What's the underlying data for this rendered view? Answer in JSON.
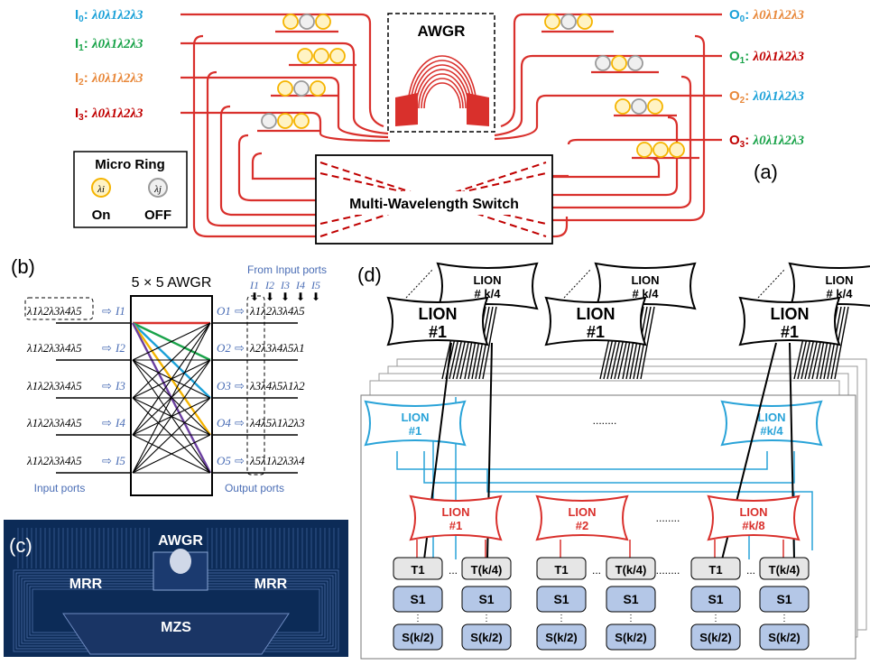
{
  "colors": {
    "red": "#d9302c",
    "dark_red": "#c00000",
    "blue": "#1ba1d8",
    "green": "#1aa34a",
    "orange": "#e8883a",
    "purple": "#6b3fa0",
    "ring_on": "#f5b400",
    "ring_off": "#9a9a9a",
    "lion_blue": "#29a3d8",
    "server_blue": "#b4c7e7",
    "chip_bg": "#0c2b57"
  },
  "panel_a": {
    "label": "(a)",
    "awgr_label": "AWGR",
    "switch_label": "Multi-Wavelength Switch",
    "inputs": [
      {
        "port": "I",
        "sub": "0",
        "seq": "λ0λ1λ2λ3"
      },
      {
        "port": "I",
        "sub": "1",
        "seq": "λ0λ1λ2λ3"
      },
      {
        "port": "I",
        "sub": "2",
        "seq": "λ0λ1λ2λ3"
      },
      {
        "port": "I",
        "sub": "3",
        "seq": "λ0λ1λ2λ3"
      }
    ],
    "outputs": [
      {
        "port": "O",
        "sub": "0",
        "seq": "λ0λ1λ2λ3"
      },
      {
        "port": "O",
        "sub": "1",
        "seq": "λ0λ1λ2λ3"
      },
      {
        "port": "O",
        "sub": "2",
        "seq": "λ0λ1λ2λ3"
      },
      {
        "port": "O",
        "sub": "3",
        "seq": "λ0λ1λ2λ3"
      }
    ],
    "legend": {
      "title": "Micro Ring",
      "on_symbol": "λi",
      "off_symbol": "λj",
      "on_label": "On",
      "off_label": "OFF"
    }
  },
  "panel_b": {
    "label": "(b)",
    "title": "5 × 5 AWGR",
    "from_input_label": "From Input ports",
    "input_ports_label": "Input ports",
    "output_ports_label": "Output ports",
    "column_heads": [
      "I1",
      "I2",
      "I3",
      "I4",
      "I5"
    ],
    "input_rows": [
      {
        "seq": "λ1λ2λ3λ4λ5",
        "port": "I1"
      },
      {
        "seq": "λ1λ2λ3λ4λ5",
        "port": "I2"
      },
      {
        "seq": "λ1λ2λ3λ4λ5",
        "port": "I3"
      },
      {
        "seq": "λ1λ2λ3λ4λ5",
        "port": "I4"
      },
      {
        "seq": "λ1λ2λ3λ4λ5",
        "port": "I5"
      }
    ],
    "output_rows": [
      {
        "port": "O1",
        "seq": "λ1λ2λ3λ4λ5"
      },
      {
        "port": "O2",
        "seq": "λ2λ3λ4λ5λ1"
      },
      {
        "port": "O3",
        "seq": "λ3λ4λ5λ1λ2"
      },
      {
        "port": "O4",
        "seq": "λ4λ5λ1λ2λ3"
      },
      {
        "port": "O5",
        "seq": "λ5λ1λ2λ3λ4"
      }
    ]
  },
  "panel_c": {
    "label": "(c)",
    "awgr": "AWGR",
    "mrr_left": "MRR",
    "mrr_right": "MRR",
    "mzs": "MZS"
  },
  "panel_d": {
    "label": "(d)",
    "top_lions": [
      {
        "name": "LION",
        "id": "#1"
      },
      {
        "name": "LION",
        "id": "#1"
      },
      {
        "name": "LION",
        "id": "#1"
      }
    ],
    "back_lions": [
      {
        "name": "LION",
        "id": "# k/4"
      },
      {
        "name": "LION",
        "id": "# k/4"
      },
      {
        "name": "LION",
        "id": "# k/4"
      }
    ],
    "blue_lions": [
      {
        "name": "LION",
        "id": "#1"
      },
      {
        "name": "LION",
        "id": "#k/4"
      }
    ],
    "red_lions": [
      {
        "name": "LION",
        "id": "#1"
      },
      {
        "name": "LION",
        "id": "#2"
      },
      {
        "name": "LION",
        "id": "#k/8"
      }
    ],
    "tors": [
      "T1",
      "T(k/4)"
    ],
    "servers": [
      "S1",
      "S(k/2)"
    ],
    "ellipsis": "...",
    "dots": "........"
  }
}
